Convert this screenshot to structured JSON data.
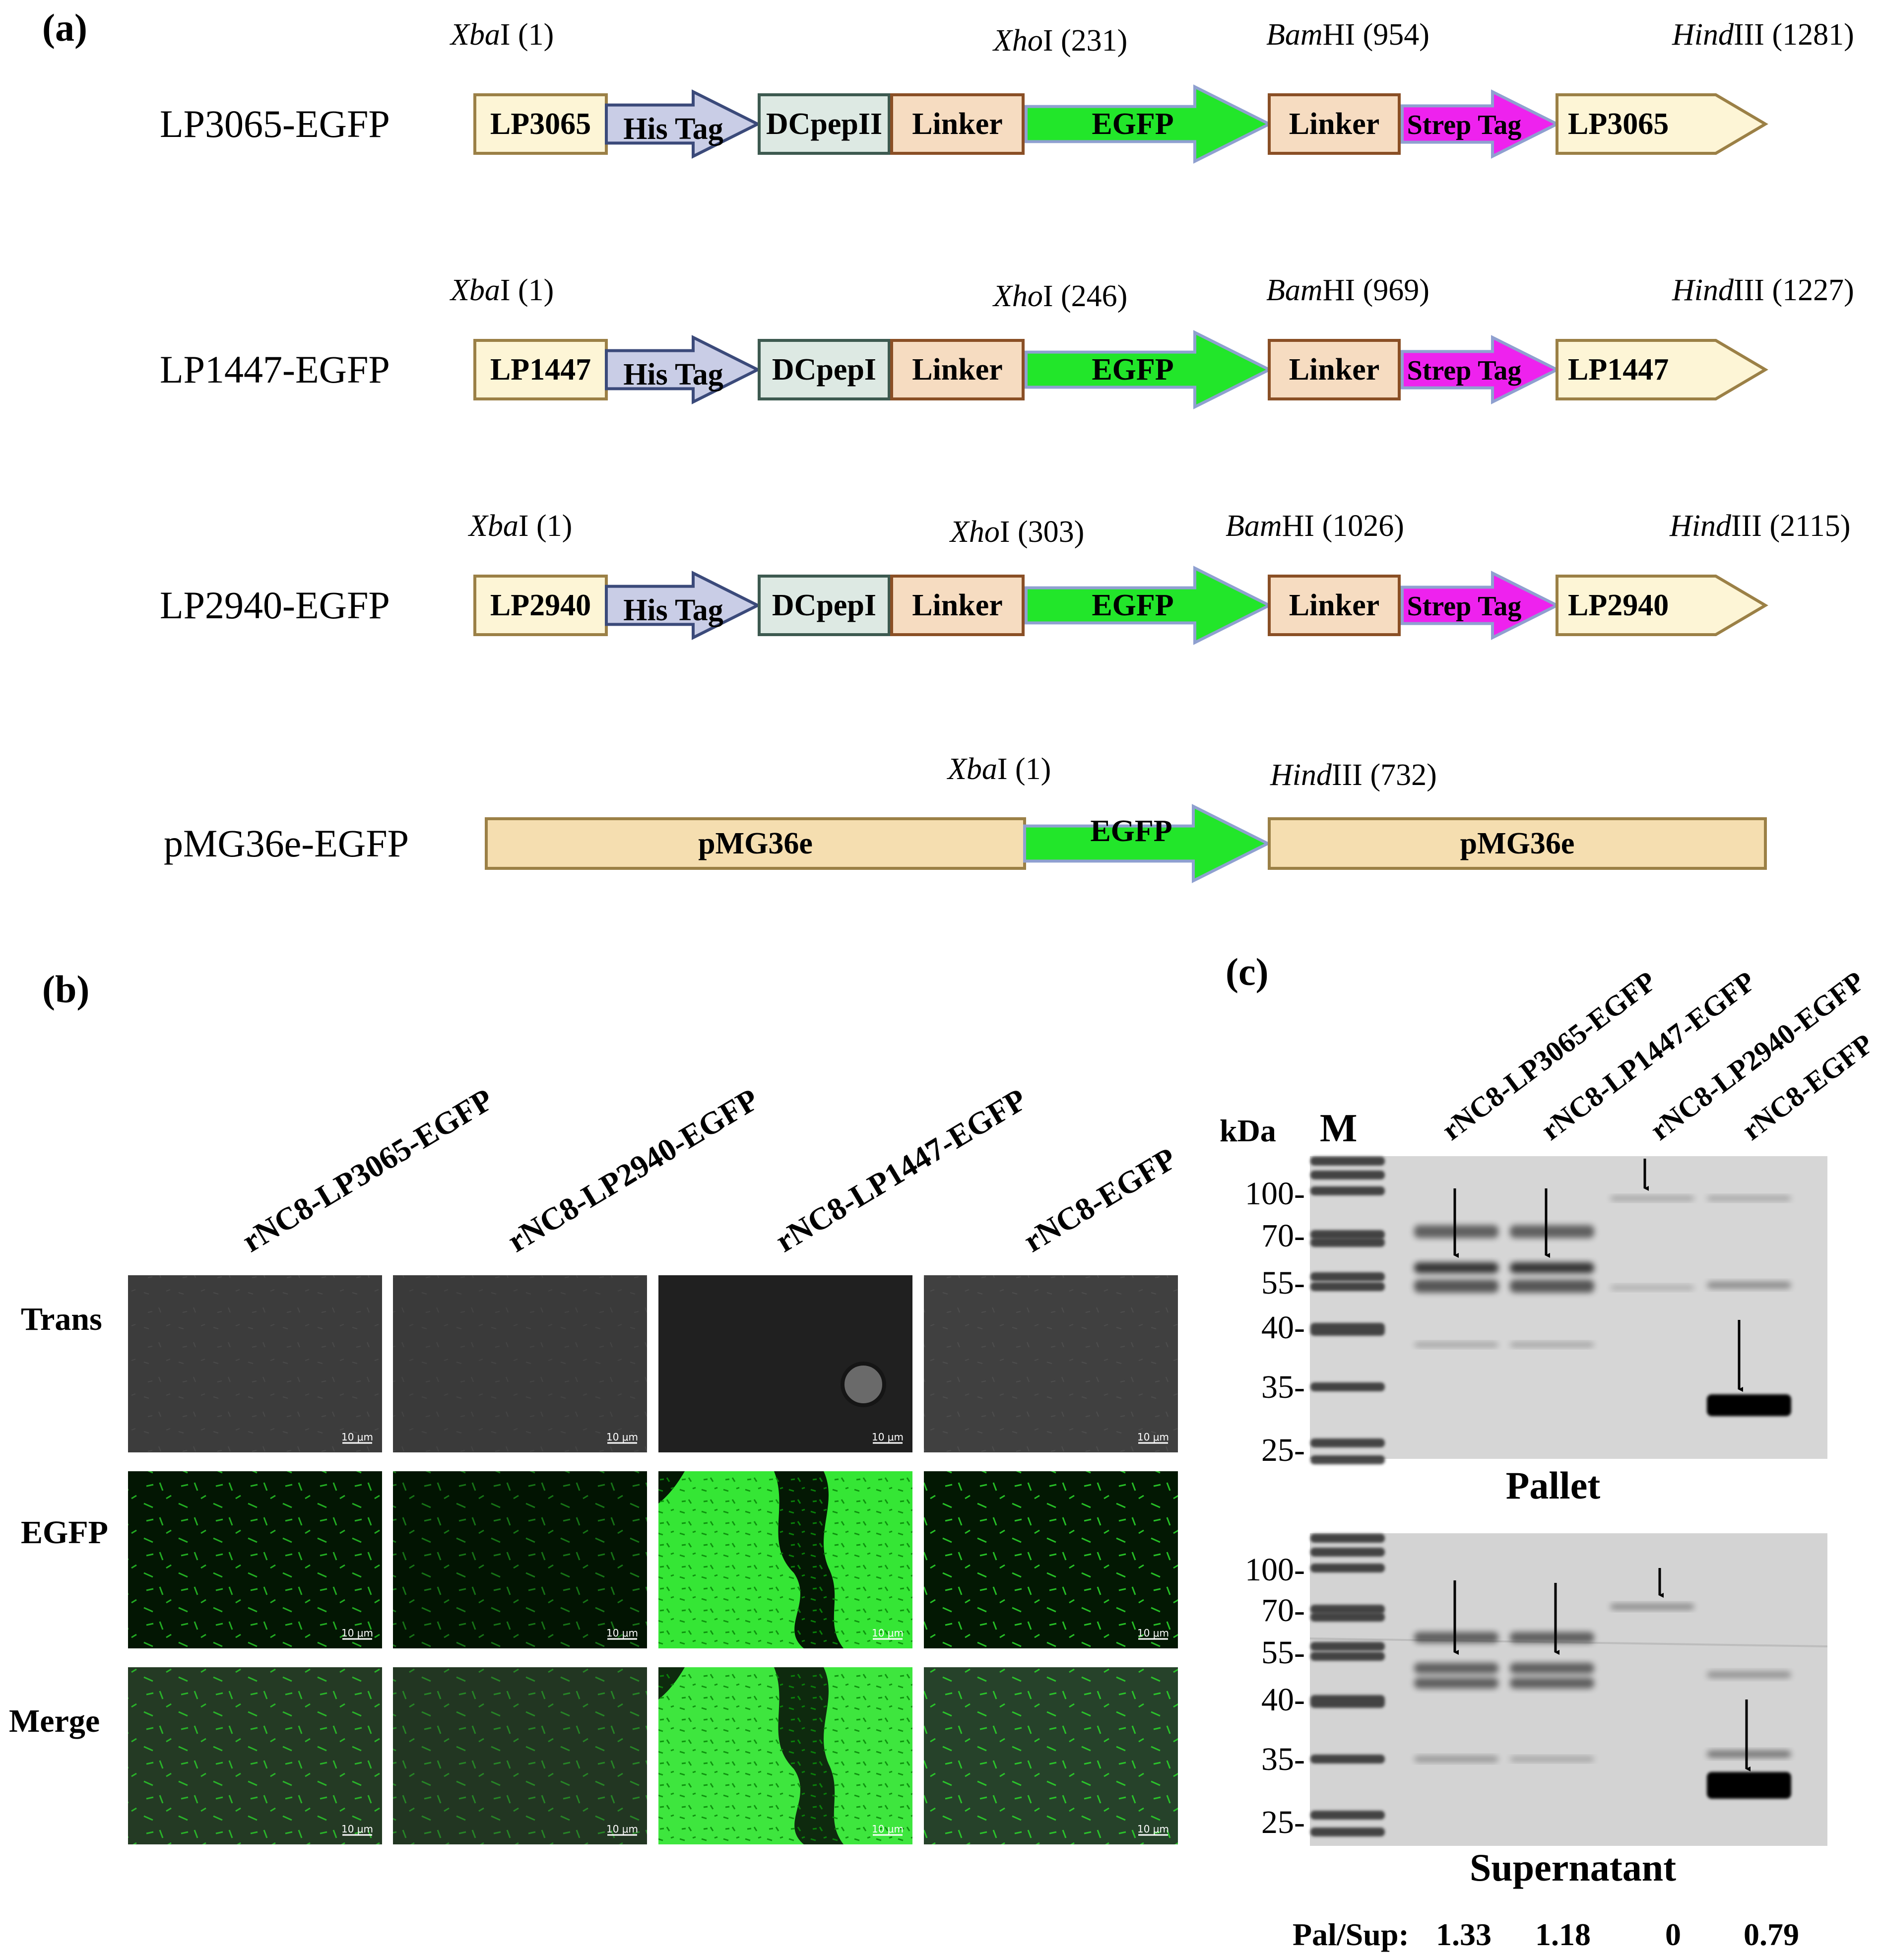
{
  "panels": {
    "a": "(a)",
    "b": "(b)",
    "c": "(c)"
  },
  "colors": {
    "promoter": "#fdf5d6",
    "his": "#c9cde6",
    "dcpep": "#dde9e3",
    "linker": "#f6dcc1",
    "egfp": "#22e62a",
    "strep": "#ee22ee",
    "vector": "#f5deb0",
    "outline": "#9b8046"
  },
  "constructs": [
    {
      "name": "LP3065-EGFP",
      "sites": [
        {
          "enzyme": "Xba",
          "suffix": "I (1)"
        },
        {
          "enzyme": "Xho",
          "suffix": "I (231)"
        },
        {
          "enzyme": "Bam",
          "suffix": "HI (954)"
        },
        {
          "enzyme": "Hind",
          "suffix": "III (1281)"
        }
      ],
      "segments": [
        {
          "type": "promoter",
          "label": "LP3065"
        },
        {
          "type": "his",
          "label": "His Tag"
        },
        {
          "type": "dcpep",
          "label": "DCpepII"
        },
        {
          "type": "linker",
          "label": "Linker"
        },
        {
          "type": "egfp",
          "label": "EGFP"
        },
        {
          "type": "linker",
          "label": "Linker"
        },
        {
          "type": "strep",
          "label": "Strep Tag"
        },
        {
          "type": "promoter-end",
          "label": "LP3065"
        }
      ]
    },
    {
      "name": "LP1447-EGFP",
      "sites": [
        {
          "enzyme": "Xba",
          "suffix": "I (1)"
        },
        {
          "enzyme": "Xho",
          "suffix": "I (246)"
        },
        {
          "enzyme": "Bam",
          "suffix": "HI (969)"
        },
        {
          "enzyme": "Hind",
          "suffix": "III (1227)"
        }
      ],
      "segments": [
        {
          "type": "promoter",
          "label": "LP1447"
        },
        {
          "type": "his",
          "label": "His Tag"
        },
        {
          "type": "dcpep",
          "label": "DCpepI"
        },
        {
          "type": "linker",
          "label": "Linker"
        },
        {
          "type": "egfp",
          "label": "EGFP"
        },
        {
          "type": "linker",
          "label": "Linker"
        },
        {
          "type": "strep",
          "label": "Strep Tag"
        },
        {
          "type": "promoter-end",
          "label": "LP1447"
        }
      ]
    },
    {
      "name": "LP2940-EGFP",
      "sites": [
        {
          "enzyme": "Xba",
          "suffix": "I (1)"
        },
        {
          "enzyme": "Xho",
          "suffix": "I (303)"
        },
        {
          "enzyme": "Bam",
          "suffix": "HI (1026)"
        },
        {
          "enzyme": "Hind",
          "suffix": "III (2115)"
        }
      ],
      "segments": [
        {
          "type": "promoter",
          "label": "LP2940"
        },
        {
          "type": "his",
          "label": "His Tag"
        },
        {
          "type": "dcpep",
          "label": "DCpepI"
        },
        {
          "type": "linker",
          "label": "Linker"
        },
        {
          "type": "egfp",
          "label": "EGFP"
        },
        {
          "type": "linker",
          "label": "Linker"
        },
        {
          "type": "strep",
          "label": "Strep Tag"
        },
        {
          "type": "promoter-end",
          "label": "LP2940"
        }
      ]
    },
    {
      "name": "pMG36e-EGFP",
      "sites": [
        {
          "enzyme": "Xba",
          "suffix": "I (1)"
        },
        {
          "enzyme": "Hind",
          "suffix": "III (732)"
        }
      ],
      "segments": [
        {
          "type": "vector",
          "label": "pMG36e"
        },
        {
          "type": "egfp",
          "label": "EGFP"
        },
        {
          "type": "vector",
          "label": "pMG36e"
        }
      ]
    }
  ],
  "microscopy": {
    "columns": [
      "rNC8-LP3065-EGFP",
      "rNC8-LP2940-EGFP",
      "rNC8-LP1447-EGFP",
      "rNC8-EGFP"
    ],
    "rows": [
      "Trans",
      "EGFP",
      "Merge"
    ],
    "scale_bar": "10 μm"
  },
  "western": {
    "lanes": [
      "M",
      "rNC8-LP3065-EGFP",
      "rNC8-LP1447-EGFP",
      "rNC8-LP2940-EGFP",
      "rNC8-EGFP"
    ],
    "unit": "kDa",
    "markers": [
      "100-",
      "70-",
      "55-",
      "40-",
      "35-",
      "25-"
    ],
    "blots": [
      "Pallet",
      "Supernatant"
    ],
    "ratio_label": "Pal/Sup:",
    "ratios": [
      "1.33",
      "1.18",
      "0",
      "0.79"
    ]
  }
}
